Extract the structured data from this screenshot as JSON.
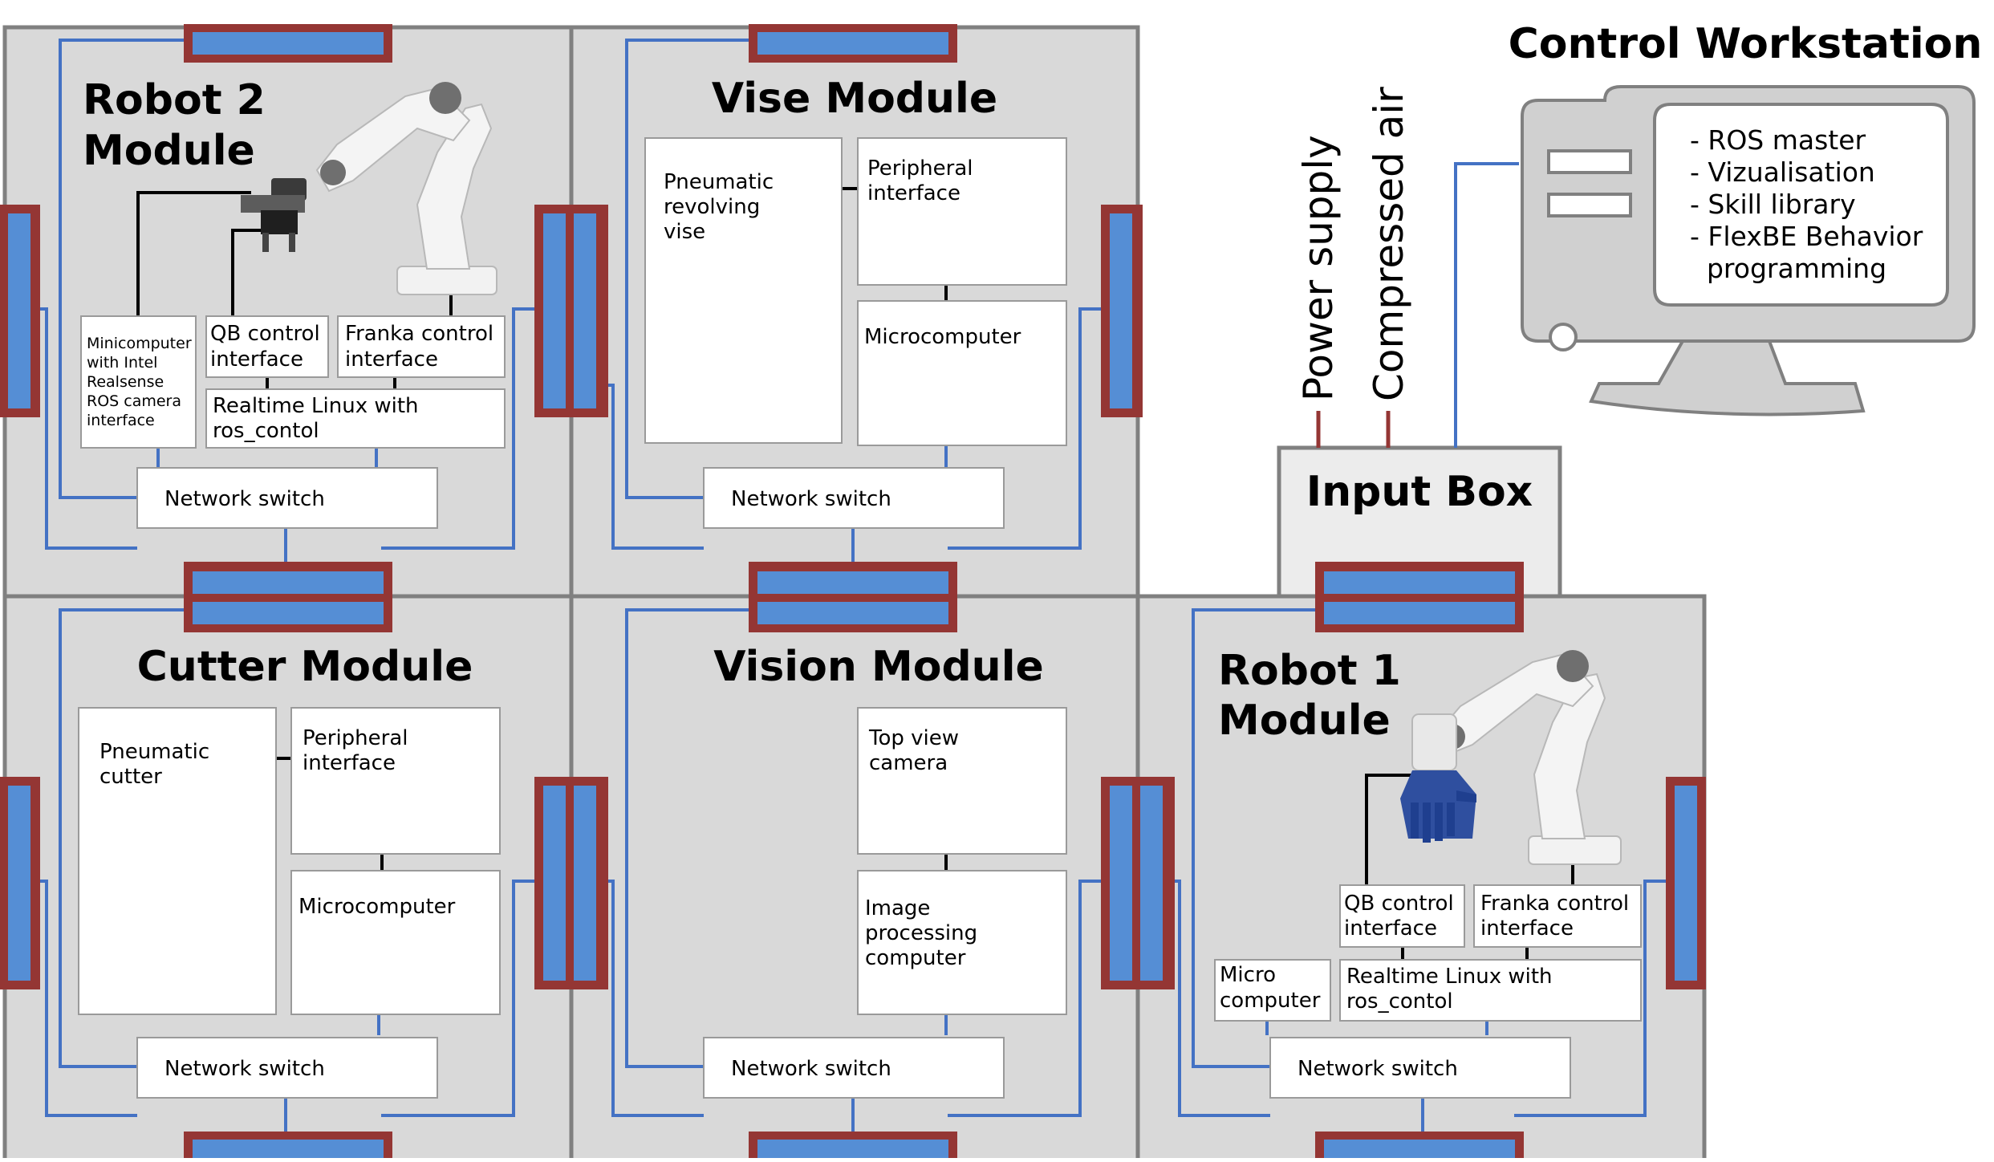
{
  "colors": {
    "module_fill": "#d9d9d9",
    "module_border": "#808080",
    "box_fill": "#ffffff",
    "box_border": "#9a9a9a",
    "network_line": "#4472c4",
    "connector_outer": "#943634",
    "connector_inner": "#558ed5",
    "black_line": "#000000",
    "computer_body": "#d0d0d0",
    "computer_border": "#808080",
    "text": "#000000"
  },
  "modules": {
    "robot2": {
      "title_line1": "Robot 2",
      "title_line2": "Module",
      "minicomputer": [
        "Minicomputer",
        "with Intel",
        "Realsense",
        "ROS camera",
        "interface"
      ],
      "qb": [
        "QB control",
        "interface"
      ],
      "franka": [
        "Franka control",
        "interface"
      ],
      "linux": [
        "Realtime Linux with",
        "ros_contol"
      ],
      "switch": "Network switch"
    },
    "vise": {
      "title": "Vise Module",
      "pneumatic": [
        "Pneumatic",
        "revolving",
        "vise"
      ],
      "peripheral": [
        "Peripheral",
        "interface"
      ],
      "micro": "Microcomputer",
      "switch": "Network switch"
    },
    "cutter": {
      "title": "Cutter Module",
      "pneumatic": [
        "Pneumatic",
        "cutter"
      ],
      "peripheral": [
        "Peripheral",
        "interface"
      ],
      "micro": "Microcomputer",
      "switch": "Network switch"
    },
    "vision": {
      "title": "Vision Module",
      "camera": [
        "Top view",
        "camera"
      ],
      "image": [
        "Image",
        "processing",
        "computer"
      ],
      "switch": "Network switch"
    },
    "robot1": {
      "title_line1": "Robot 1",
      "title_line2": "Module",
      "qb": [
        "QB control",
        "interface"
      ],
      "franka": [
        "Franka control",
        "interface"
      ],
      "micro": [
        "Micro",
        "computer"
      ],
      "linux": [
        "Realtime Linux with",
        "ros_contol"
      ],
      "switch": "Network switch"
    }
  },
  "input_box": {
    "title": "Input Box"
  },
  "supply": {
    "power": "Power supply",
    "air": "Compressed air"
  },
  "workstation": {
    "title": "Control Workstation",
    "items": [
      "- ROS master",
      "- Vizualisation",
      "- Skill library",
      "- FlexBE Behavior",
      "  programming"
    ]
  }
}
